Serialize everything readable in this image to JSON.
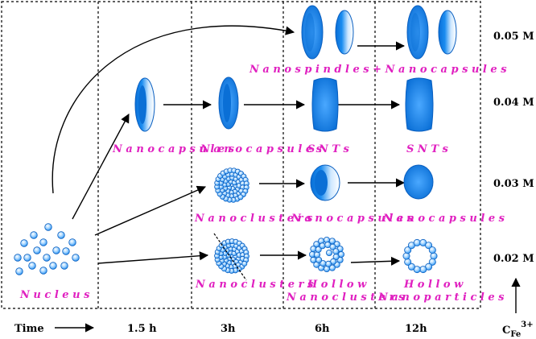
{
  "colors": {
    "label": "#e020c0",
    "particle_fill": "#1a8cf0",
    "particle_edge": "#0a5fc0",
    "particle_light": "#e6f4ff",
    "grid": "#000000",
    "arrow": "#000000"
  },
  "concentrations": {
    "c005": "0.05 M",
    "c004": "0.04 M",
    "c003": "0.03 M",
    "c002": "0.02 M"
  },
  "timeline": {
    "label": "Time",
    "t1": "1.5 h",
    "t2": "3h",
    "t3": "6h",
    "t4": "12h"
  },
  "axis_conc": {
    "base": "C",
    "sub": "Fe",
    "sup": "3+"
  },
  "labels": {
    "nucleus": "N u c l e u s",
    "row005_6h": "N a n o s p i n d l e s + N a n o c a p s u l e s",
    "row004_15h": "N a n o c a p s u l e s",
    "row004_3h": "N a n o c a p s u l e s",
    "row004_6h": "S N T s",
    "row004_12h": "S N T s",
    "row003_3h": "N a n o c l u s t e r s",
    "row003_6h": "N a n o c a p s u l e s",
    "row003_12h": "N a n o c a p s u l e s",
    "row002_3h": "N a n o c l u s t e r s",
    "row002_6h_a": "H o l l o w",
    "row002_6h_b": "N a n o c l u s t e r s",
    "row002_12h_a": "H o l l o w",
    "row002_12h_b": "N a n o p a r t i c l e s"
  }
}
